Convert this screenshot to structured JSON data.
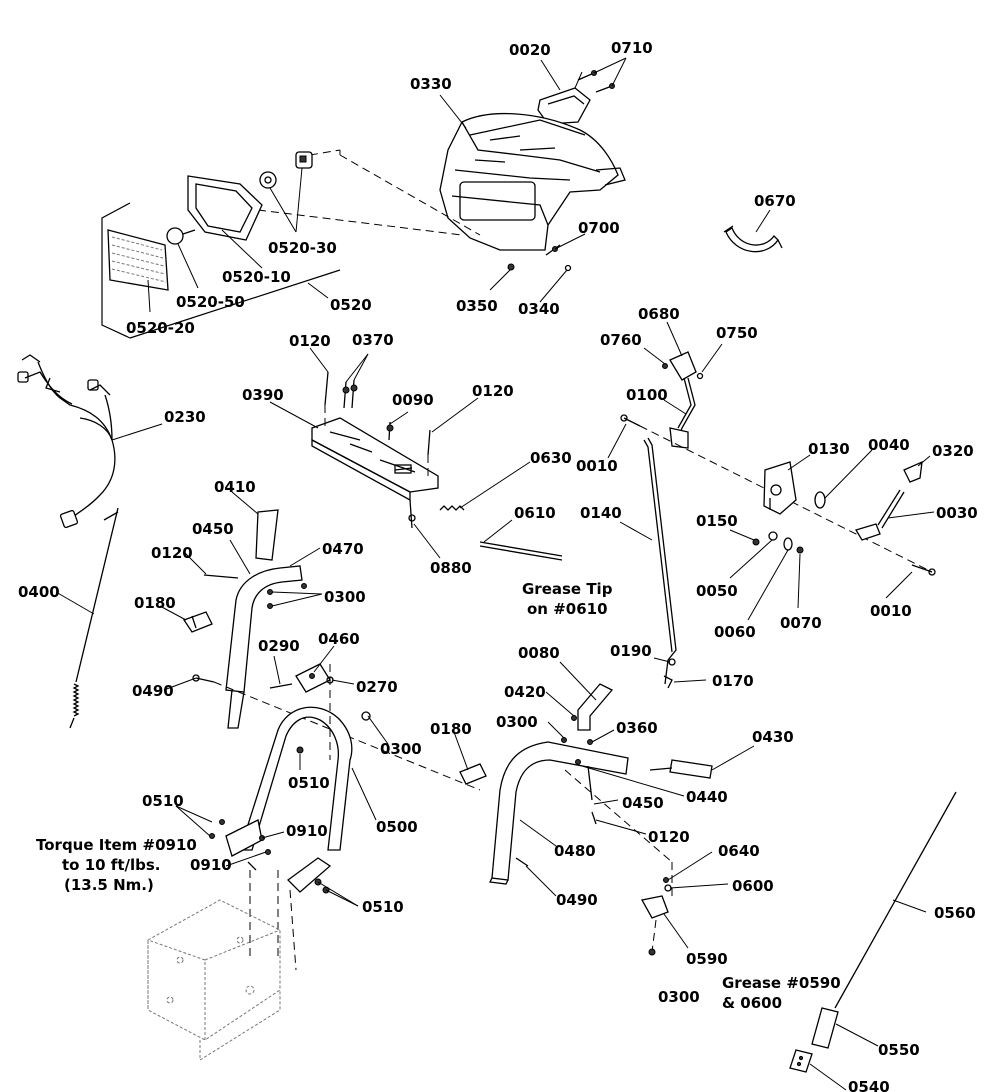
{
  "labels": {
    "p0020": "0020",
    "p0710": "0710",
    "p0330": "0330",
    "p0670": "0670",
    "p0700": "0700",
    "p0350": "0350",
    "p0340": "0340",
    "p0520_30": "0520-30",
    "p0520_10": "0520-10",
    "p0520_50": "0520-50",
    "p0520": "0520",
    "p0520_20": "0520-20",
    "p0120_a": "0120",
    "p0370": "0370",
    "p0390": "0390",
    "p0090": "0090",
    "p0120_b": "0120",
    "p0230": "0230",
    "p0630": "0630",
    "p0610": "0610",
    "p0880": "0880",
    "p0680": "0680",
    "p0760": "0760",
    "p0750": "0750",
    "p0100": "0100",
    "p0010_a": "0010",
    "p0130": "0130",
    "p0040": "0040",
    "p0320": "0320",
    "p0140": "0140",
    "p0030": "0030",
    "p0150": "0150",
    "p0050": "0050",
    "p0060": "0060",
    "p0070": "0070",
    "p0010_b": "0010",
    "p0410": "0410",
    "p0450_a": "0450",
    "p0470": "0470",
    "p0120_c": "0120",
    "p0300_a": "0300",
    "p0180_a": "0180",
    "p0400": "0400",
    "p0290": "0290",
    "p0460": "0460",
    "p0270": "0270",
    "p0490_a": "0490",
    "p0300_b": "0300",
    "p0510_a": "0510",
    "p0500": "0500",
    "p0510_b": "0510",
    "p0910_a": "0910",
    "p0910_b": "0910",
    "p0510_c": "0510",
    "p0190": "0190",
    "p0170": "0170",
    "p0080": "0080",
    "p0420": "0420",
    "p0300_c": "0300",
    "p0360": "0360",
    "p0180_b": "0180",
    "p0430": "0430",
    "p0450_b": "0450",
    "p0440": "0440",
    "p0120_d": "0120",
    "p0480": "0480",
    "p0640": "0640",
    "p0600": "0600",
    "p0490_b": "0490",
    "p0590": "0590",
    "p0300_d": "0300",
    "p0560": "0560",
    "p0550": "0550",
    "p0540": "0540"
  },
  "notes": {
    "grease_tip_line1": "Grease Tip",
    "grease_tip_line2": "on #0610",
    "torque_line1": "Torque Item #0910",
    "torque_line2": "to 10 ft/lbs.",
    "torque_line3": "(13.5 Nm.)",
    "grease_0590_line1": "Grease #0590",
    "grease_0590_line2": "& 0600"
  }
}
